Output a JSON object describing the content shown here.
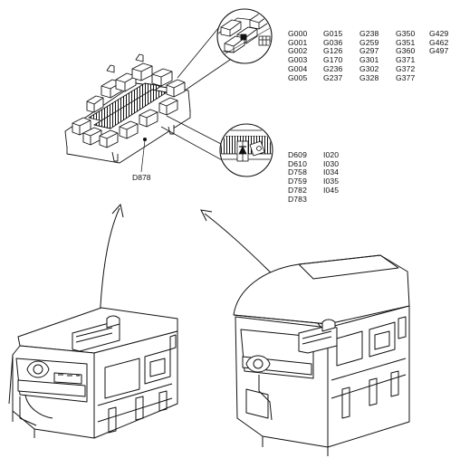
{
  "part_label": "D878",
  "upper_groups": {
    "col1": [
      "G000",
      "G001",
      "G002",
      "G003",
      "G004",
      "G005"
    ],
    "col2": [
      "G015",
      "G036",
      "G126",
      "G170",
      "G236",
      "G237"
    ],
    "col3": [
      "G238",
      "G259",
      "G297",
      "G301",
      "G302",
      "G328"
    ],
    "col4": [
      "G350",
      "G351",
      "G360",
      "G371",
      "G372",
      "G377"
    ],
    "col5": [
      "G429",
      "G462",
      "G497"
    ]
  },
  "lower_groups": {
    "col1": [
      "D609",
      "D610",
      "D758",
      "D759",
      "D782",
      "D783"
    ],
    "col2": [
      "I020",
      "I030",
      "I034",
      "I035",
      "I045"
    ]
  }
}
